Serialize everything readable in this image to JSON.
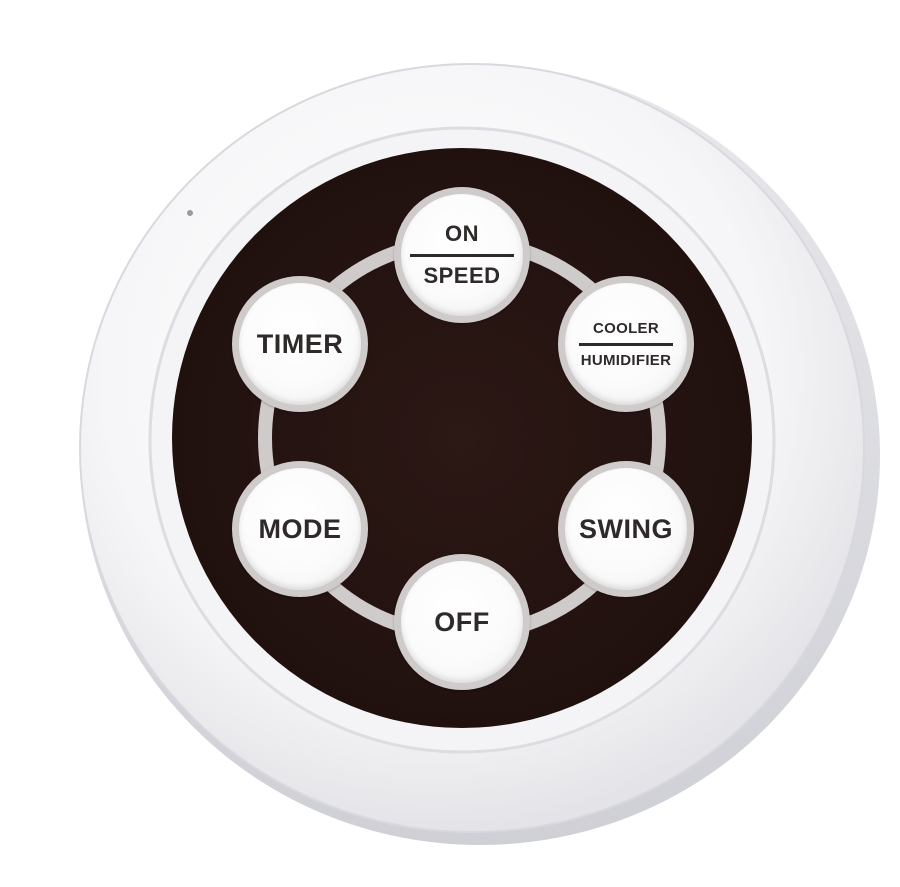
{
  "device": {
    "shell_color": "#f7f7f9",
    "face_color": "#2a1714",
    "button_color": "#fbfbfb",
    "ring_color": "#cfcbca",
    "text_color": "#2e2a29"
  },
  "buttons": {
    "on_speed": {
      "top_label": "ON",
      "bottom_label": "SPEED"
    },
    "cooler_humidifier": {
      "top_label": "COOLER",
      "bottom_label": "HUMIDIFIER"
    },
    "timer": {
      "label": "TIMER"
    },
    "mode": {
      "label": "MODE"
    },
    "swing": {
      "label": "SWING"
    },
    "off": {
      "label": "OFF"
    }
  }
}
